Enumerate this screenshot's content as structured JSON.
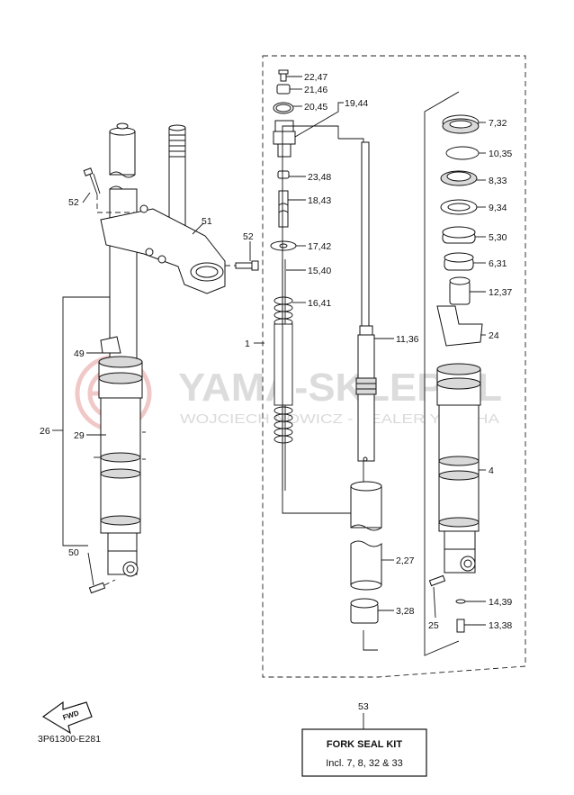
{
  "watermark": {
    "title": "YAMA-SKLEP.PL",
    "subtitle": "WOJCIECH NOWICZ - DEALER YAMAHA"
  },
  "diagram_code": "3P61300-E281",
  "fwd_label": "FWD",
  "callouts": {
    "c22_47": "22,47",
    "c21_46": "21,46",
    "c20_45": "20,45",
    "c19_44": "19,44",
    "c23_48": "23,48",
    "c18_43": "18,43",
    "c17_42": "17,42",
    "c15_40": "15,40",
    "c16_41": "16,41",
    "c1": "1",
    "c11_36": "11,36",
    "c2_27": "2,27",
    "c3_28": "3,28",
    "c7_32": "7,32",
    "c10_35": "10,35",
    "c8_33": "8,33",
    "c9_34": "9,34",
    "c5_30": "5,30",
    "c6_31": "6,31",
    "c12_37": "12,37",
    "c24": "24",
    "c4": "4",
    "c14_39": "14,39",
    "c13_38": "13,38",
    "c25": "25",
    "c52_top": "52",
    "c52_side": "52",
    "c51": "51",
    "c49": "49",
    "c26": "26",
    "c29": "29",
    "c50": "50",
    "c53": "53"
  },
  "kit": {
    "title": "FORK SEAL KIT",
    "subtitle": "Incl. 7, 8, 32 & 33"
  }
}
